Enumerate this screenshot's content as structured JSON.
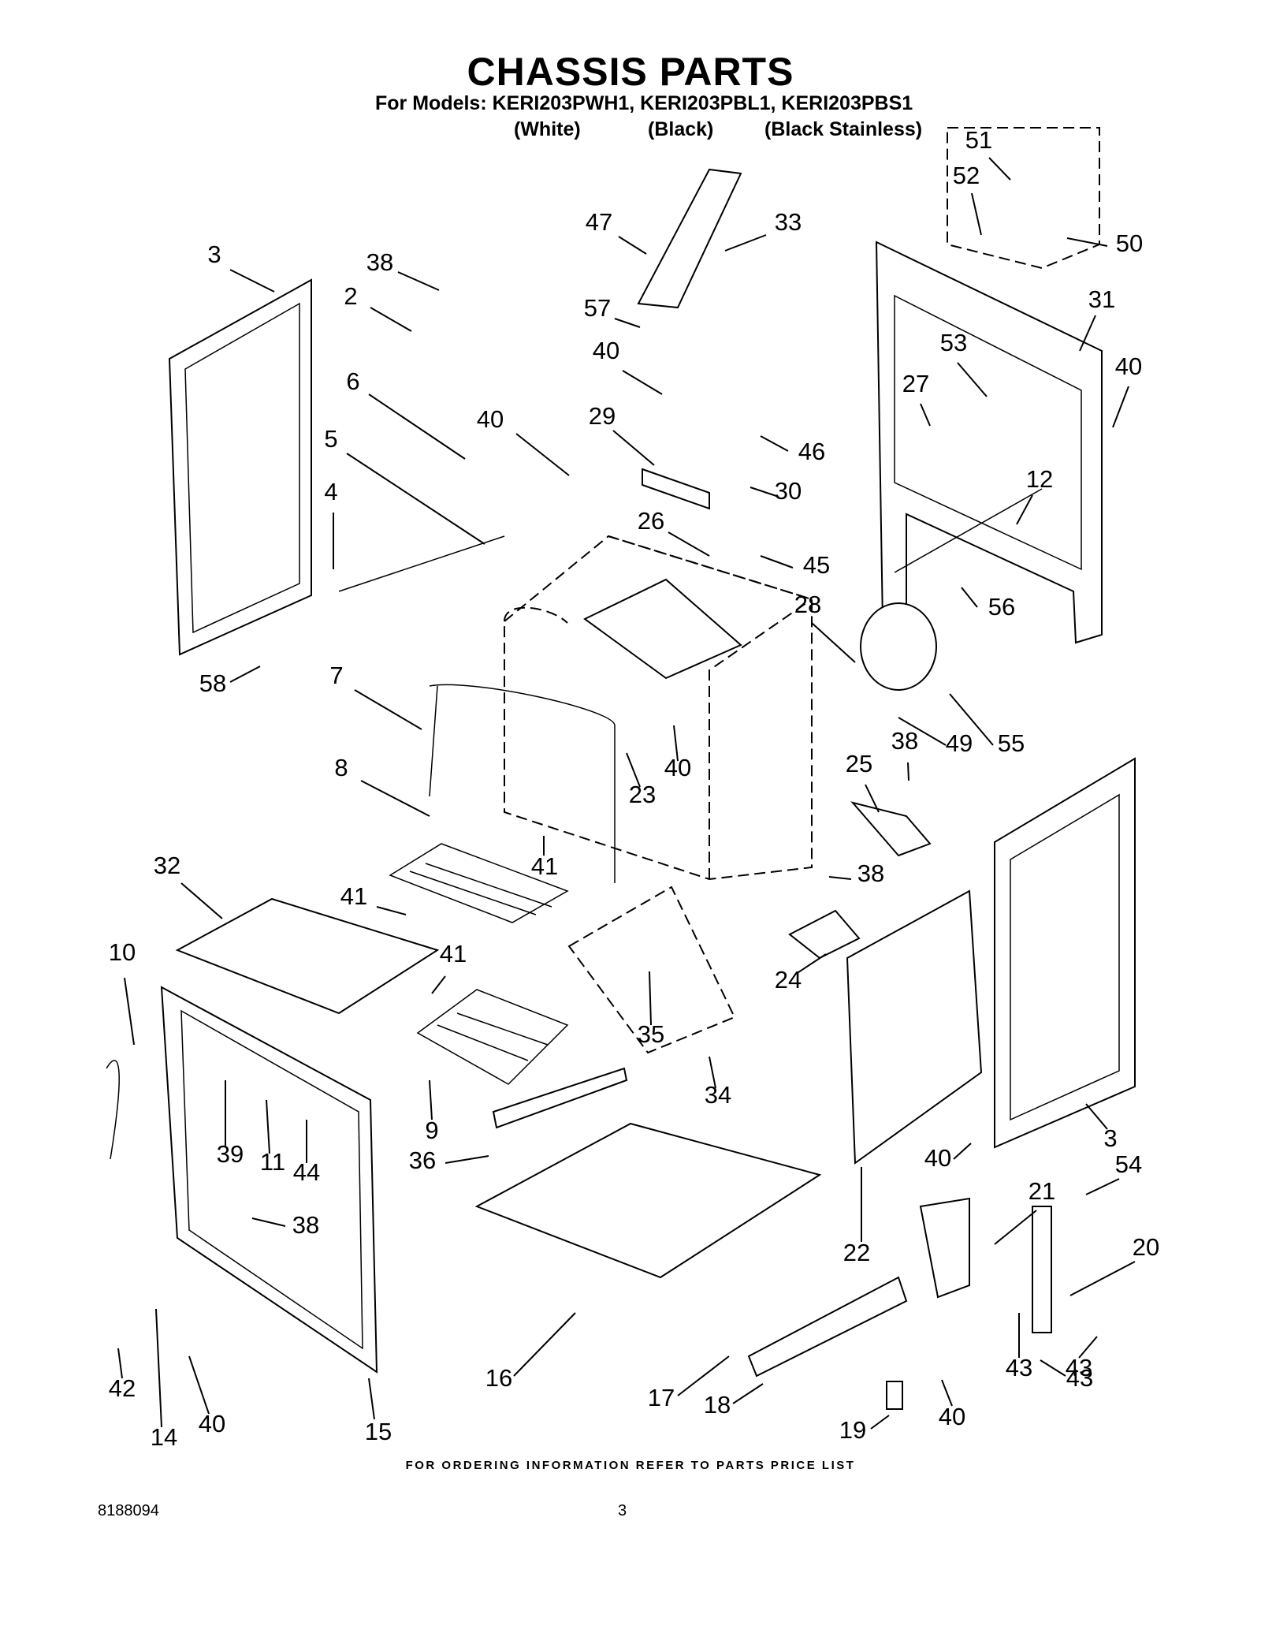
{
  "header": {
    "title": "CHASSIS PARTS",
    "models": "For Models: KERI203PWH1, KERI203PBL1, KERI203PBS1",
    "variant_white": "(White)",
    "variant_black": "(Black)",
    "variant_black_stainless": "(Black Stainless)"
  },
  "callouts": [
    "3",
    "38",
    "2",
    "6",
    "5",
    "4",
    "58",
    "40",
    "47",
    "33",
    "57",
    "40",
    "29",
    "30",
    "46",
    "26",
    "45",
    "51",
    "52",
    "50",
    "31",
    "53",
    "27",
    "40",
    "12",
    "56",
    "7",
    "23",
    "40",
    "28",
    "49",
    "55",
    "8",
    "41",
    "41",
    "32",
    "10",
    "41",
    "9",
    "35",
    "34",
    "39",
    "11",
    "44",
    "38",
    "36",
    "25",
    "38",
    "38",
    "24",
    "3",
    "40",
    "22",
    "21",
    "54",
    "20",
    "43",
    "43",
    "43",
    "16",
    "17",
    "18",
    "19",
    "40",
    "42",
    "14",
    "40",
    "15"
  ],
  "footer": {
    "ordering_note": "FOR ORDERING INFORMATION REFER TO PARTS PRICE LIST",
    "doc_number": "8188094",
    "page_number": "3"
  },
  "colors": {
    "ink": "#000000",
    "paper": "#ffffff"
  }
}
